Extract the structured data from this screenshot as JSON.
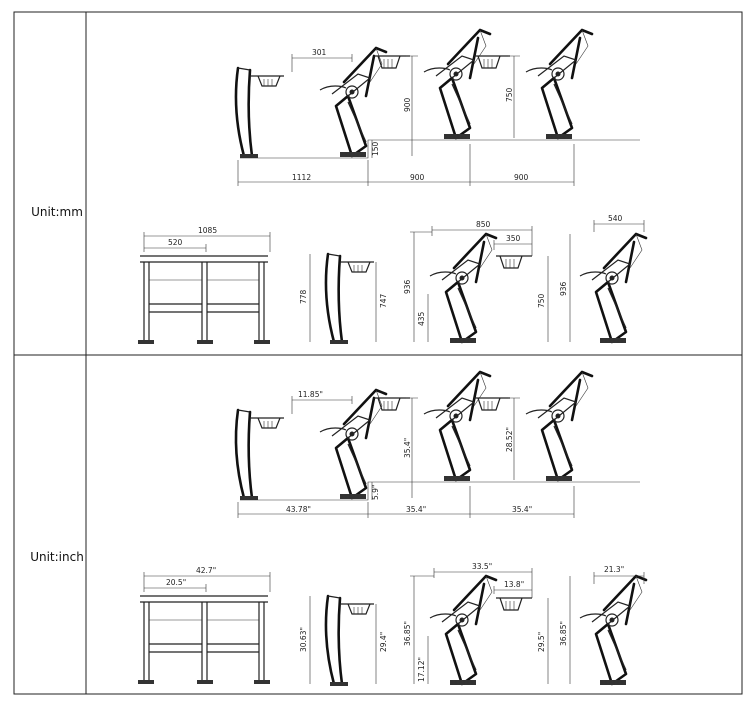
{
  "rows": [
    {
      "unit_label": "Unit:mm",
      "dims": {
        "desk_to_seat": "301",
        "row_height": "900",
        "seat_back_height": "750",
        "step": "150",
        "first_pitch": "1112",
        "pitch_a": "900",
        "pitch_b": "900",
        "desk_width": "1085",
        "desk_half": "520",
        "desk_height": "778",
        "desk_top_height": "747",
        "chair_depth": "850",
        "tablet_depth": "350",
        "chair_height": "936",
        "seat_height": "435",
        "back_height": "750",
        "folded_depth": "540",
        "folded_height": "936"
      }
    },
    {
      "unit_label": "Unit:inch",
      "dims": {
        "desk_to_seat": "11.85\"",
        "row_height": "35.4\"",
        "seat_back_height": "28.52\"",
        "step": "5.9\"",
        "first_pitch": "43.78\"",
        "pitch_a": "35.4\"",
        "pitch_b": "35.4\"",
        "desk_width": "42.7\"",
        "desk_half": "20.5\"",
        "desk_height": "30.63\"",
        "desk_top_height": "29.4\"",
        "chair_depth": "33.5\"",
        "tablet_depth": "13.8\"",
        "chair_height": "36.85\"",
        "seat_height": "17.12\"",
        "back_height": "29.5\"",
        "folded_depth": "21.3\"",
        "folded_height": "36.85\""
      }
    }
  ]
}
